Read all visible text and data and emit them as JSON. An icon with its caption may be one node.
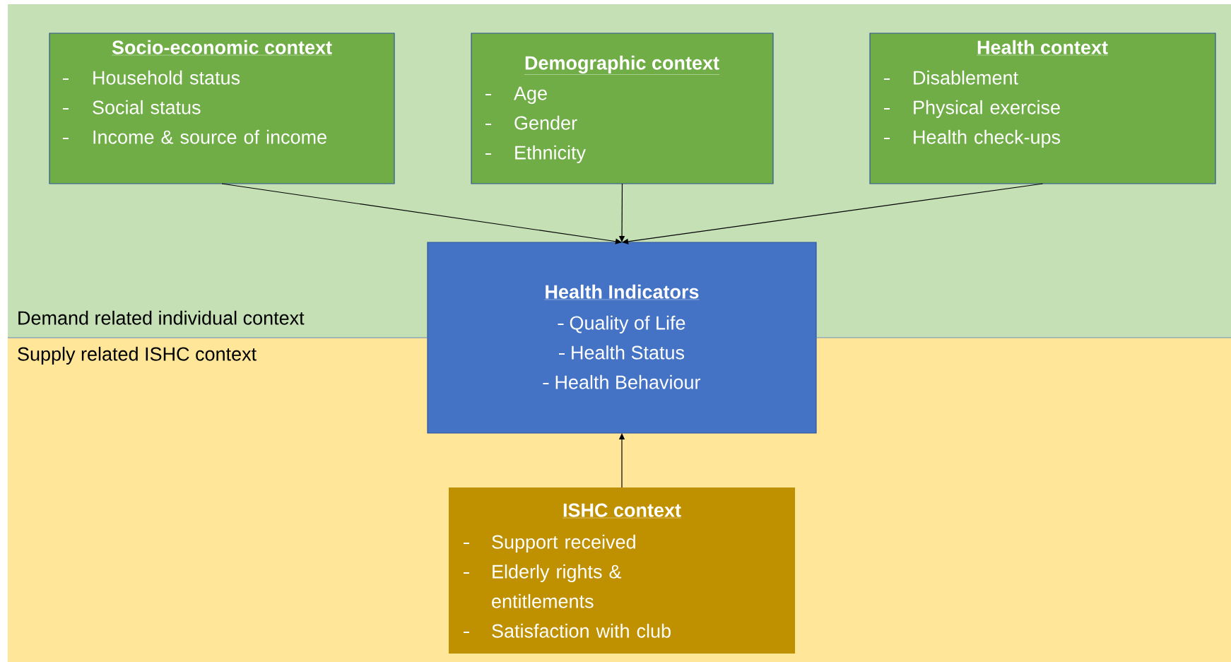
{
  "diagram": {
    "nodes": [
      {
        "text": [
          "Demand related individual context"
        ]
      },
      {
        "text": [
          "Socio-economic context",
          "Household status",
          "Social status",
          "Income & source of income"
        ],
        "in": 0
      },
      {
        "text": [
          "Demographic context",
          "Age",
          "Gender",
          "Ethnicity"
        ],
        "in": 0
      },
      {
        "text": [
          "Health context",
          "Disablement",
          "Physical exercise",
          "Health check-ups"
        ],
        "in": 0
      },
      {
        "text": [
          "Health Indicators",
          "Quality of Life",
          "Health Status",
          "Health Behaviour"
        ]
      },
      {
        "text": [
          "Supply related ISHC context"
        ]
      },
      {
        "text": [
          "ISHC context",
          "Support received",
          "Elderly rights & entitlements",
          "Satisfaction with club"
        ],
        "in": 5
      }
    ],
    "edges": [
      {
        "from": 1,
        "to": 4,
        "arrow": "to"
      },
      {
        "from": 2,
        "to": 4,
        "arrow": "to"
      },
      {
        "from": 3,
        "to": 4,
        "arrow": "to"
      },
      {
        "from": 6,
        "to": 4,
        "arrow": "to"
      }
    ]
  }
}
